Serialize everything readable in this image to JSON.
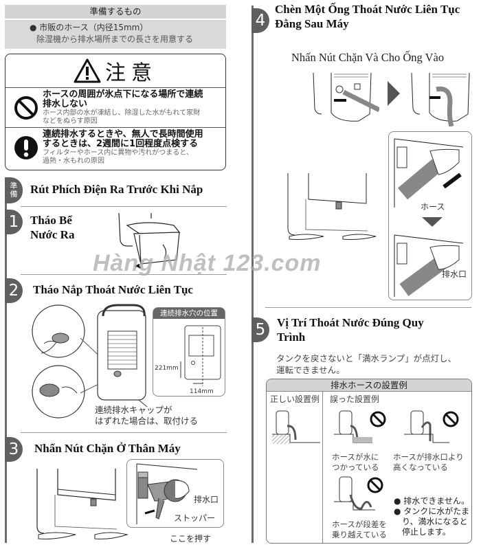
{
  "preparation": {
    "title": "準備するもの",
    "item": "市販のホース（内径15mm）",
    "item_note": "除湿機から排水場所までの長さを用意する"
  },
  "caution": {
    "title": "注意",
    "items": [
      {
        "icon": "prohibition-icon",
        "main": "ホースの周囲が氷点下になる場所で連続排水しない",
        "main_line1": "ホースの周囲が氷点下になる場所で連続",
        "main_line2": "排水しない",
        "note_line1": "ホース内部の水が凍結し、除湿した水がもれて家財",
        "note_line2": "などをぬらす原因"
      },
      {
        "icon": "exclamation-icon",
        "main_line1": "連続排水するときや、無人で長時間使用",
        "main_line2": "するときは、2週間に1回程度点検する",
        "note_line1": "フィルターやホース内に異物や汚れがつまると、",
        "note_line2": "過熱・水もれの原因"
      }
    ]
  },
  "steps": {
    "prep": {
      "marker": "準備",
      "marker_l1": "準",
      "marker_l2": "備",
      "title": "Rút Phích Điện Ra Trước Khi Nắp"
    },
    "s1": {
      "marker": "1",
      "title_l1": "Tháo Bể",
      "title_l2": "Nước Ra"
    },
    "s2": {
      "marker": "2",
      "title": "Tháo Nắp Thoát Nước Liên Tục",
      "inset_title": "連続排水穴の位置",
      "dim_height": "221mm",
      "dim_width": "114mm",
      "caption_l1": "連続排水キャップが",
      "caption_l2": "はずれた場合は、取付ける"
    },
    "s3": {
      "marker": "3",
      "title": "Nhấn Nút Chặn Ở Thân Máy",
      "label_drain": "排水口",
      "label_stopper": "ストッパー",
      "label_push": "ここを押す"
    },
    "s4": {
      "marker": "4",
      "title_l1": "Chèn Một Ống Thoát Nước Liên Tục",
      "title_l2": "Đằng Sau Máy",
      "subtitle": "Nhấn Nút Chặn Và Cho Ống Vào",
      "label_hose": "ホース",
      "label_drain": "排水口"
    },
    "s5": {
      "marker": "5",
      "title_l1": "Vị Trí Thoát Nước Đúng Quy",
      "title_l2": "Trình",
      "note_l1": "タンクを戻さないと「満水ランプ」が点灯し、",
      "note_l2": "運転できません。"
    }
  },
  "drain_table": {
    "title": "排水ホースの設置例",
    "correct_label": "正しい設置例",
    "wrong_label": "誤った設置例",
    "wrong_cases": [
      {
        "l1": "ホースが水に",
        "l2": "つかっている"
      },
      {
        "l1": "ホースが排水口より",
        "l2": "高くなっている"
      },
      {
        "l1": "ホースが段差を",
        "l2": "乗り越えている"
      }
    ],
    "bullets": [
      {
        "l1": "排水できません。"
      },
      {
        "l1": "タンクに水がたま",
        "l2": "り、満水になると",
        "l3": "停止します。"
      }
    ]
  },
  "watermark": "Hàng Nhật 123.com",
  "colors": {
    "marker": "#5f5f5f",
    "header_gray": "#d4d4d4",
    "watermark": "#aaaaaa"
  }
}
